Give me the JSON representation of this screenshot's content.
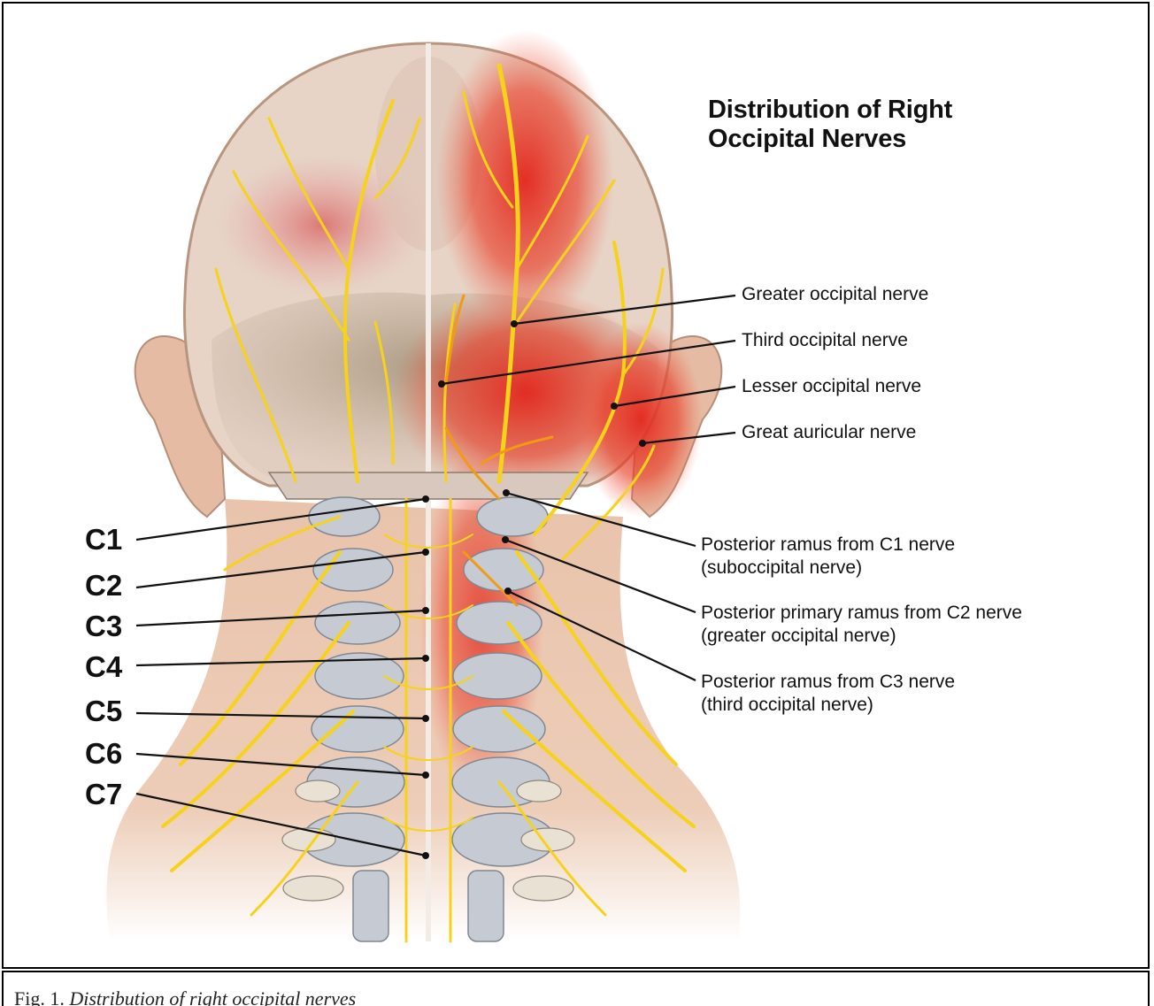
{
  "title": {
    "line1": "Distribution of Right",
    "line2": "Occipital Nerves"
  },
  "right_labels": {
    "greater": "Greater occipital nerve",
    "third": "Third occipital nerve",
    "lesser": "Lesser occipital nerve",
    "auricular": "Great auricular nerve"
  },
  "ramus_labels": {
    "c1_line1": "Posterior ramus from C1 nerve",
    "c1_line2": "(suboccipital nerve)",
    "c2_line1": "Posterior primary ramus from C2 nerve",
    "c2_line2": "(greater occipital nerve)",
    "c3_line1": "Posterior ramus from C3 nerve",
    "c3_line2": "(third occipital nerve)"
  },
  "vertebra_labels": [
    "C1",
    "C2",
    "C3",
    "C4",
    "C5",
    "C6",
    "C7"
  ],
  "caption": {
    "prefix": "Fig. 1.",
    "text": "Distribution of right occipital nerves"
  },
  "colors": {
    "skin": "#ebc7b0",
    "scalp": "#e8d2c3",
    "occipital_shadow": "#a99b84",
    "nerve": "#f6d21a",
    "pain_red": "#e8281d",
    "bone": "#c8ccd2"
  }
}
